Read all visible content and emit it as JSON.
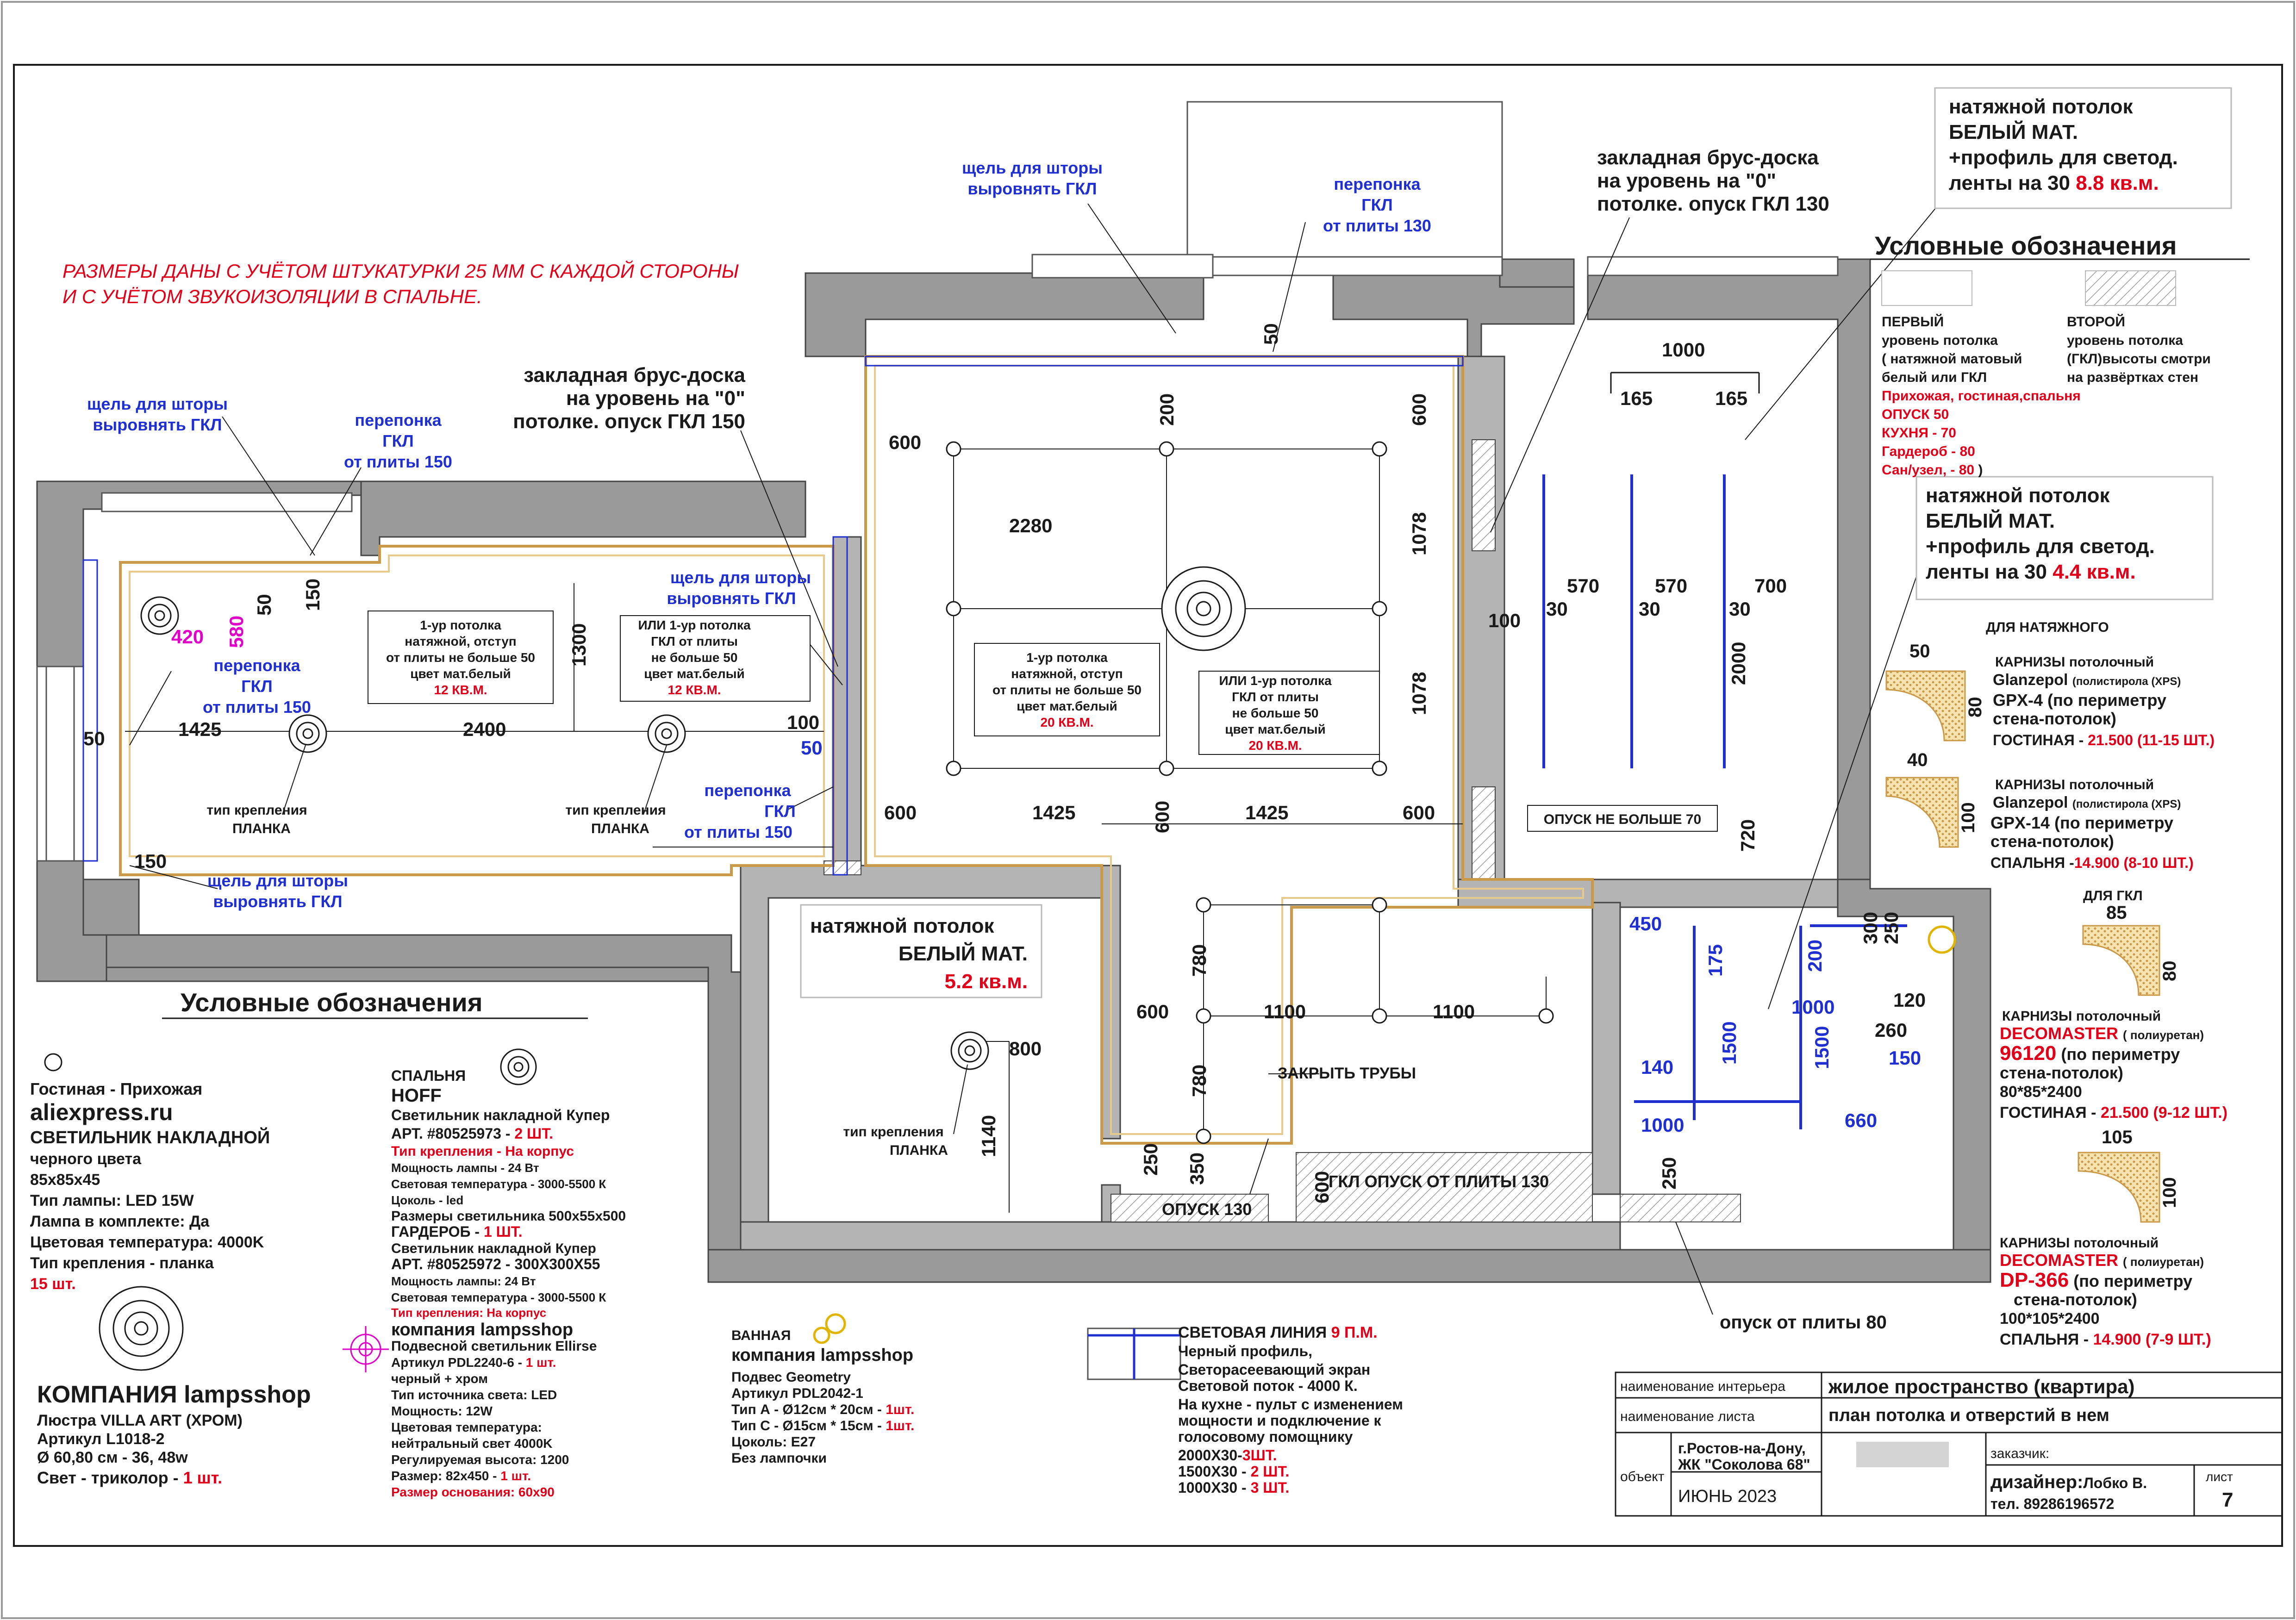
{
  "colors": {
    "wall": "#9a9a9a",
    "wall_dark": "#6f6f6f",
    "line": "#1a1a1a",
    "blue": "#1f2fd0",
    "red": "#e0001a",
    "magenta": "#e000c8",
    "tan": "#e8c98c"
  },
  "general_note": {
    "line1": "РАЗМЕРЫ ДАНЫ С УЧЁТОМ ШТУКАТУРКИ 25 ММ С КАЖДОЙ СТОРОНЫ",
    "line2": "И С УЧЁТОМ ЗВУКОИЗОЛЯЦИИ В СПАЛЬНЕ."
  },
  "callouts": {
    "curtain_gap": [
      "щель для шторы",
      "выровнять ГКЛ"
    ],
    "membrane_130": [
      "перепонка",
      "ГКЛ",
      "от плиты 130"
    ],
    "membrane_150": [
      "перепонка",
      "ГКЛ",
      "от плиты 150"
    ],
    "beam_150": [
      "закладная брус-доска",
      "на уровень на \"0\"",
      "потолке. опуск ГКЛ 150"
    ],
    "beam_130": [
      "закладная брус-доска",
      "на уровень на \"0\"",
      "потолке. опуск ГКЛ 130"
    ],
    "mount_type": [
      "тип крепления",
      "ПЛАНКА"
    ],
    "close_pipes": "ЗАКРЫТЬ ТРУБЫ",
    "drop_130": "ОПУСК 130",
    "gkl_drop_130": "ГКЛ ОПУСК ОТ ПЛИТЫ 130",
    "drop_max_70": "ОПУСК НЕ БОЛЬШЕ 70",
    "drop_slab_80": "опуск от плиты 80"
  },
  "room_labels": {
    "bedroom": [
      "1-ур потолка",
      "натяжной, отступ",
      "от плиты не больше 50",
      "цвет мат.белый",
      "12 КВ.М."
    ],
    "bedroom_alt": [
      "ИЛИ 1-ур потолка",
      "ГКЛ от плиты",
      "не больше 50",
      "цвет мат.белый",
      "12 КВ.М."
    ],
    "living": [
      "1-ур потолка",
      "натяжной, отступ",
      "от плиты не больше 50",
      "цвет мат.белый",
      "20 КВ.М."
    ],
    "living_alt": [
      "ИЛИ 1-ур потолка",
      "ГКЛ от плиты",
      "не больше 50",
      "цвет мат.белый",
      "20 КВ.М."
    ]
  },
  "boxes": {
    "stretch_8_8": [
      "натяжной потолок",
      "БЕЛЫЙ МАТ.",
      "+профиль для светод.",
      "ленты на 30",
      "8.8 кв.м."
    ],
    "stretch_4_4": [
      "натяжной потолок",
      "БЕЛЫЙ МАТ.",
      "+профиль для светод.",
      "ленты на 30",
      "4.4 кв.м."
    ],
    "stretch_5_2": [
      "натяжной потолок",
      "БЕЛЫЙ МАТ.",
      "5.2 кв.м."
    ]
  },
  "dimensions": {
    "bedroom": [
      "420",
      "580",
      "50",
      "150",
      "1300",
      "1425",
      "2400",
      "50",
      "100",
      "50",
      "150"
    ],
    "living": [
      "600",
      "2280",
      "200",
      "600",
      "1078",
      "1078",
      "50",
      "600",
      "1425",
      "600",
      "1425",
      "600",
      "100"
    ],
    "kitchen": [
      "1000",
      "165",
      "165",
      "570",
      "570",
      "700",
      "30",
      "30",
      "30",
      "2000",
      "720"
    ],
    "hall": [
      "780",
      "780",
      "600",
      "1100",
      "1100",
      "800",
      "1140",
      "250",
      "350",
      "600"
    ],
    "bath": [
      "450",
      "175",
      "1500",
      "200",
      "1500",
      "300",
      "250",
      "1000",
      "120",
      "260",
      "150",
      "140",
      "1000",
      "660",
      "250"
    ]
  },
  "legend_main": {
    "title": "Условные обозначения",
    "first_level": [
      "ПЕРВЫЙ",
      "уровень потолка",
      "( натяжной матовый",
      "белый или ГКЛ"
    ],
    "first_level_red": [
      "Прихожая, гостиная,спальня",
      "ОПУСК  50",
      "КУХНЯ - 70",
      "Гардероб - 80",
      "Сан/узел, - 80"
    ],
    "first_level_close": " )",
    "second_level": [
      "ВТОРОЙ",
      "уровень потолка",
      "(ГКЛ)высоты смотри",
      "на развёртках стен"
    ]
  },
  "cornices": {
    "header_stretch": "ДЛЯ НАТЯЖНОГО",
    "header_gkl": "ДЛЯ ГКЛ",
    "items": [
      {
        "w": "50",
        "h": "80",
        "lines": [
          "КАРНИЗЫ потолочный",
          "Glanzepol",
          "(полистирола (XPS)",
          "GPX-4  (по периметру",
          "стена-потолок)"
        ],
        "price_label": "ГОСТИНАЯ - ",
        "price": "21.500 (11-15 ШТ.)"
      },
      {
        "w": "40",
        "h": "100",
        "lines": [
          "КАРНИЗЫ потолочный",
          "Glanzepol",
          "(полистирола (XPS)",
          "GPX-14  (по периметру",
          "стена-потолок)"
        ],
        "price_label": "СПАЛЬНЯ -",
        "price": "14.900 (8-10 ШТ.)"
      },
      {
        "w": "85",
        "h": "80",
        "lines": [
          "КАРНИЗЫ потолочный",
          "DECOMASTER",
          "( полиуретан)",
          "96120",
          "(по периметру",
          "стена-потолок)",
          "80*85*2400"
        ],
        "price_label": "ГОСТИНАЯ - ",
        "price": "21.500 (9-12 ШТ.)"
      },
      {
        "w": "105",
        "h": "100",
        "lines": [
          "КАРНИЗЫ потолочный",
          "DECOMASTER",
          "( полиуретан)",
          "DP-366",
          "(по периметру",
          "стена-потолок)",
          "100*105*2400"
        ],
        "price_label": "СПАЛЬНЯ - ",
        "price": "14.900 (7-9 ШТ.)"
      }
    ]
  },
  "legend_bottom": {
    "title": "Условные обозначения",
    "living": {
      "room": "Гостиная - Прихожая",
      "shop": "aliexpress.ru",
      "lines": [
        "СВЕТИЛЬНИК НАКЛАДНОЙ",
        "черного цвета",
        "85x85x45",
        "Тип лампы: LED 15W",
        "Лампа в комплекте: Да",
        "Цветовая температура: 4000K",
        "Тип крепления - планка"
      ],
      "count": "15 шт."
    },
    "chandelier": {
      "company": "КОМПАНИЯ lampsshop",
      "lines": [
        "Люстра VILLA ART (ХРОМ)",
        "Артикул  L1018-2",
        "Ø 60,80 см - 36, 48w"
      ],
      "light_label": "Свет -  триколор - ",
      "count": "1 шт."
    },
    "bedroom": {
      "room": "СПАЛЬНЯ",
      "brand": "HOFF",
      "line1": "Светильник накладной  Купер",
      "art1_label": "АРТ. #80525973 - ",
      "art1_count": "2 ШТ.",
      "mount": "Тип крепления - На корпус",
      "specs1": [
        "Мощность лампы - 24 Вт",
        "Световая температура - 3000-5500 К",
        "Цоколь - led",
        "Размеры светильника 500x55x500"
      ],
      "wardrobe_label": "ГАРДЕРОБ - ",
      "wardrobe_count": "1 ШТ.",
      "line2": "Светильник накладной Купер",
      "art2": "АРТ. #80525972 - 300X300X55",
      "specs2": [
        "Мощность лампы: 24 Вт",
        "Световая температура - 3000-5500 К"
      ],
      "mount2": "Тип крепления: На корпус"
    },
    "pendant": {
      "company": "компания lampsshop",
      "line1": "Подвесной светильник Ellirse",
      "art_label": "Артикул PDL2240-6 - ",
      "art_count": "1 шт.",
      "lines": [
        "черный + хром",
        "Тип источника света: LED",
        "Мощность: 12W",
        "Цветовая температура:",
        "нейтральный свет 4000K",
        "Регулируемая высота: 1200"
      ],
      "size_label": "Размер: 82x450 - ",
      "size_count": "1 шт.",
      "base": "Размер основания: 60x90"
    },
    "bath": {
      "room": "ВАННАЯ",
      "company": "компания lampsshop",
      "lines": [
        "Подвес Geometry",
        "Артикул PDL2042-1"
      ],
      "typeA_label": "Тип А - Ø12см * 20см - ",
      "typeA_count": "1шт.",
      "typeC_label": "Тип С - Ø15см * 15см - ",
      "typeC_count": "1шт.",
      "tail": [
        "Цоколь: E27",
        "Без лампочки"
      ]
    },
    "light_line": {
      "title": "СВЕТОВАЯ ЛИНИЯ ",
      "title_red": "9 П.М.",
      "lines": [
        "Черный профиль,",
        "Светорасеевающий экран",
        "Световой поток - 4000 К.",
        "На кухне - пульт с изменением",
        "мощности и подключение к",
        "голосовому помощнику"
      ],
      "sizes": [
        {
          "label": "2000X30-",
          "count": "3ШТ."
        },
        {
          "label": "1500X30 - ",
          "count": "2 ШТ."
        },
        {
          "label": "1000X30 - ",
          "count": "3 ШТ."
        }
      ]
    }
  },
  "title_block": {
    "interior_label": "наименование интерьера",
    "interior_value": "жилое пространство (квартира)",
    "sheet_label": "наименование листа",
    "sheet_value": "план потолка и отверстий  в нем",
    "object_label": "объект",
    "object_lines": [
      "г.Ростов-на-Дону,",
      "ЖК \"Соколова 68\""
    ],
    "date": "ИЮНЬ 2023",
    "client_label": "заказчик:",
    "designer_label": "дизайнер:",
    "designer_name": "Лобко В.",
    "phone": "тел. 89286196572",
    "sheet_no_label": "лист",
    "sheet_no": "7"
  }
}
